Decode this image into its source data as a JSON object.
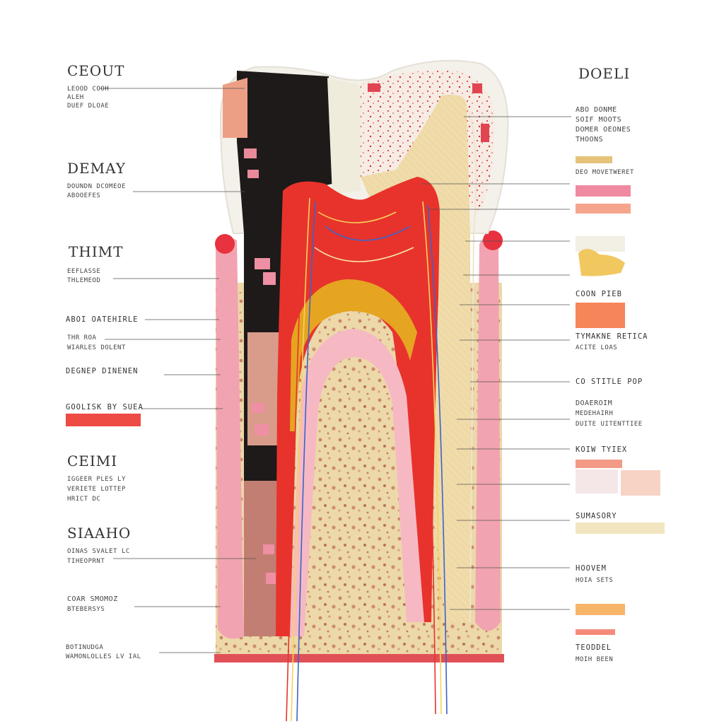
{
  "left": {
    "group1": {
      "title": "CEOUT",
      "lines": [
        "LEOOD COOH",
        "ALEH",
        "DUEF DLOAE"
      ]
    },
    "group2": {
      "title": "DEMAY",
      "lines": [
        "DOUNDN DCOMEOE",
        "ABOOEFES"
      ]
    },
    "group3": {
      "title": "THIMT",
      "lines": [
        "EEFLASSE",
        "THLEMEOD"
      ]
    },
    "item1": "ABOI OATEHIRLE",
    "item2": [
      "THR ROA",
      "WIARLES DOLENT"
    ],
    "item3": "DEGNEP DINENEN",
    "item4": "GOOLISK BY SUEA",
    "group4": {
      "title": "CEIMI",
      "lines": [
        "IGGEER PLES LY",
        "VERIETE LOTTEP",
        "HRICT DC"
      ]
    },
    "group5": {
      "title": "SIAAHO",
      "lines": [
        "OINAS SVALET LC",
        "TIHEOPRNT"
      ]
    },
    "item5": [
      "COAR SMOMOZ",
      "BTEBERSYS"
    ],
    "item6": [
      "BOTINUDGA",
      "WAMONLOLLES LV IAL"
    ]
  },
  "right": {
    "group1": {
      "title": "DOELI",
      "lines": [
        "ABO DONME",
        "SOIF MOOTS",
        "DOMER OEONES",
        "THOONS"
      ]
    },
    "item1": "DEO MOVETWERET",
    "item2": "COON PIEB",
    "item3": [
      "TYMAKNE RETICA",
      "ACITE LOAS"
    ],
    "item4": "CO STITLE POP",
    "item5": [
      "DOAEROIM",
      "MEDEHAIRH",
      "DUITE UITENTTIEE"
    ],
    "item6": "KOIW TYIEX",
    "item7": "SUMASORY",
    "item8": [
      "HOOVEM",
      "HOIA SETS"
    ],
    "item9": [
      "TEODDEL",
      "MOIH BEEN"
    ]
  },
  "colors": {
    "enamel": "#f4f1ea",
    "decay": "#1c1a19",
    "dentin": "#ecd6a4",
    "pulp": "#e8332c",
    "pulp_inner": "#e5a521",
    "gum": "#f2a3b1",
    "bone": "#ebd7a6",
    "cementum": "#f6c0c6",
    "accent": "#ee4b44"
  },
  "icons": [
    "tooth-cross-section"
  ]
}
